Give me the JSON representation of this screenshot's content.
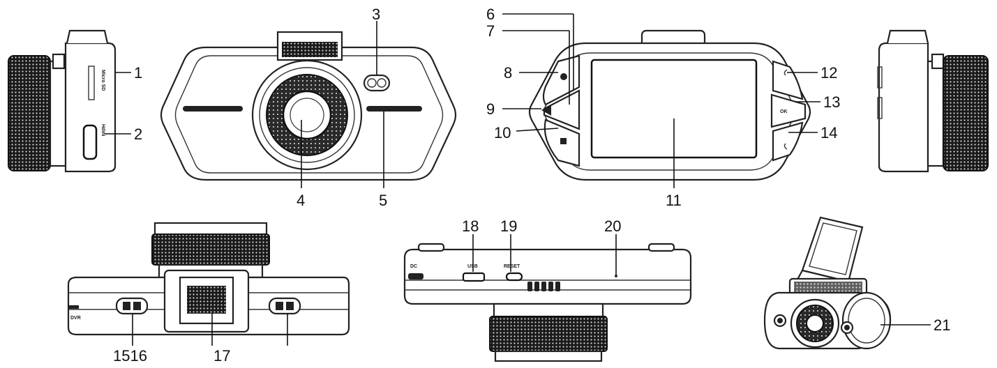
{
  "callouts": [
    "1",
    "2",
    "3",
    "4",
    "5",
    "6",
    "7",
    "8",
    "9",
    "10",
    "11",
    "12",
    "13",
    "14",
    "1516",
    "17",
    "18",
    "19",
    "20",
    "21"
  ],
  "side_left": {
    "slot_label": "Micro SD",
    "port_label": "Hdmi"
  },
  "back": {
    "button_label": "OK"
  },
  "bottom": {
    "power_label": "DVR"
  },
  "top": {
    "port1_label": "DC",
    "port2_label": "USB",
    "port3_label": "RESET"
  }
}
